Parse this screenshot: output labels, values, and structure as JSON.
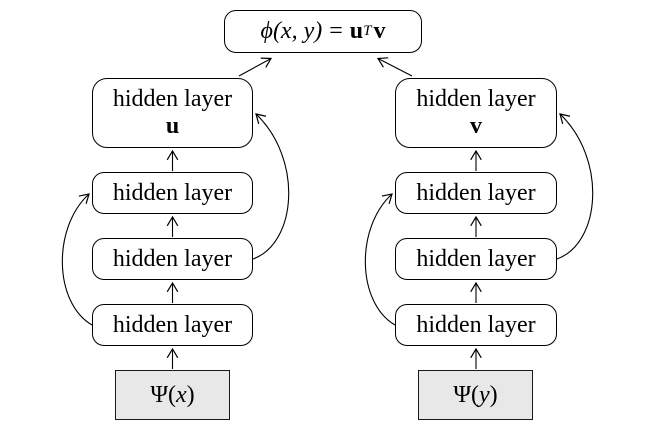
{
  "colors": {
    "background": "#ffffff",
    "box_fill": "#ffffff",
    "box_border": "#000000",
    "input_fill": "#e8e8e8",
    "arrow": "#000000"
  },
  "diagram": {
    "output_box": {
      "phi": "ϕ(x, y)",
      "equals": "=",
      "u": "u",
      "transpose": "T",
      "v": "v"
    },
    "left_tower": {
      "top_box": {
        "line1": "hidden layer",
        "line2": "u"
      },
      "hidden_layers": [
        "hidden layer",
        "hidden layer",
        "hidden layer"
      ],
      "input_box": {
        "prefix": "Ψ(",
        "arg": "x",
        "suffix": ")"
      }
    },
    "right_tower": {
      "top_box": {
        "line1": "hidden layer",
        "line2": "v"
      },
      "hidden_layers": [
        "hidden layer",
        "hidden layer",
        "hidden layer"
      ],
      "input_box": {
        "prefix": "Ψ(",
        "arg": "y",
        "suffix": ")"
      }
    }
  }
}
